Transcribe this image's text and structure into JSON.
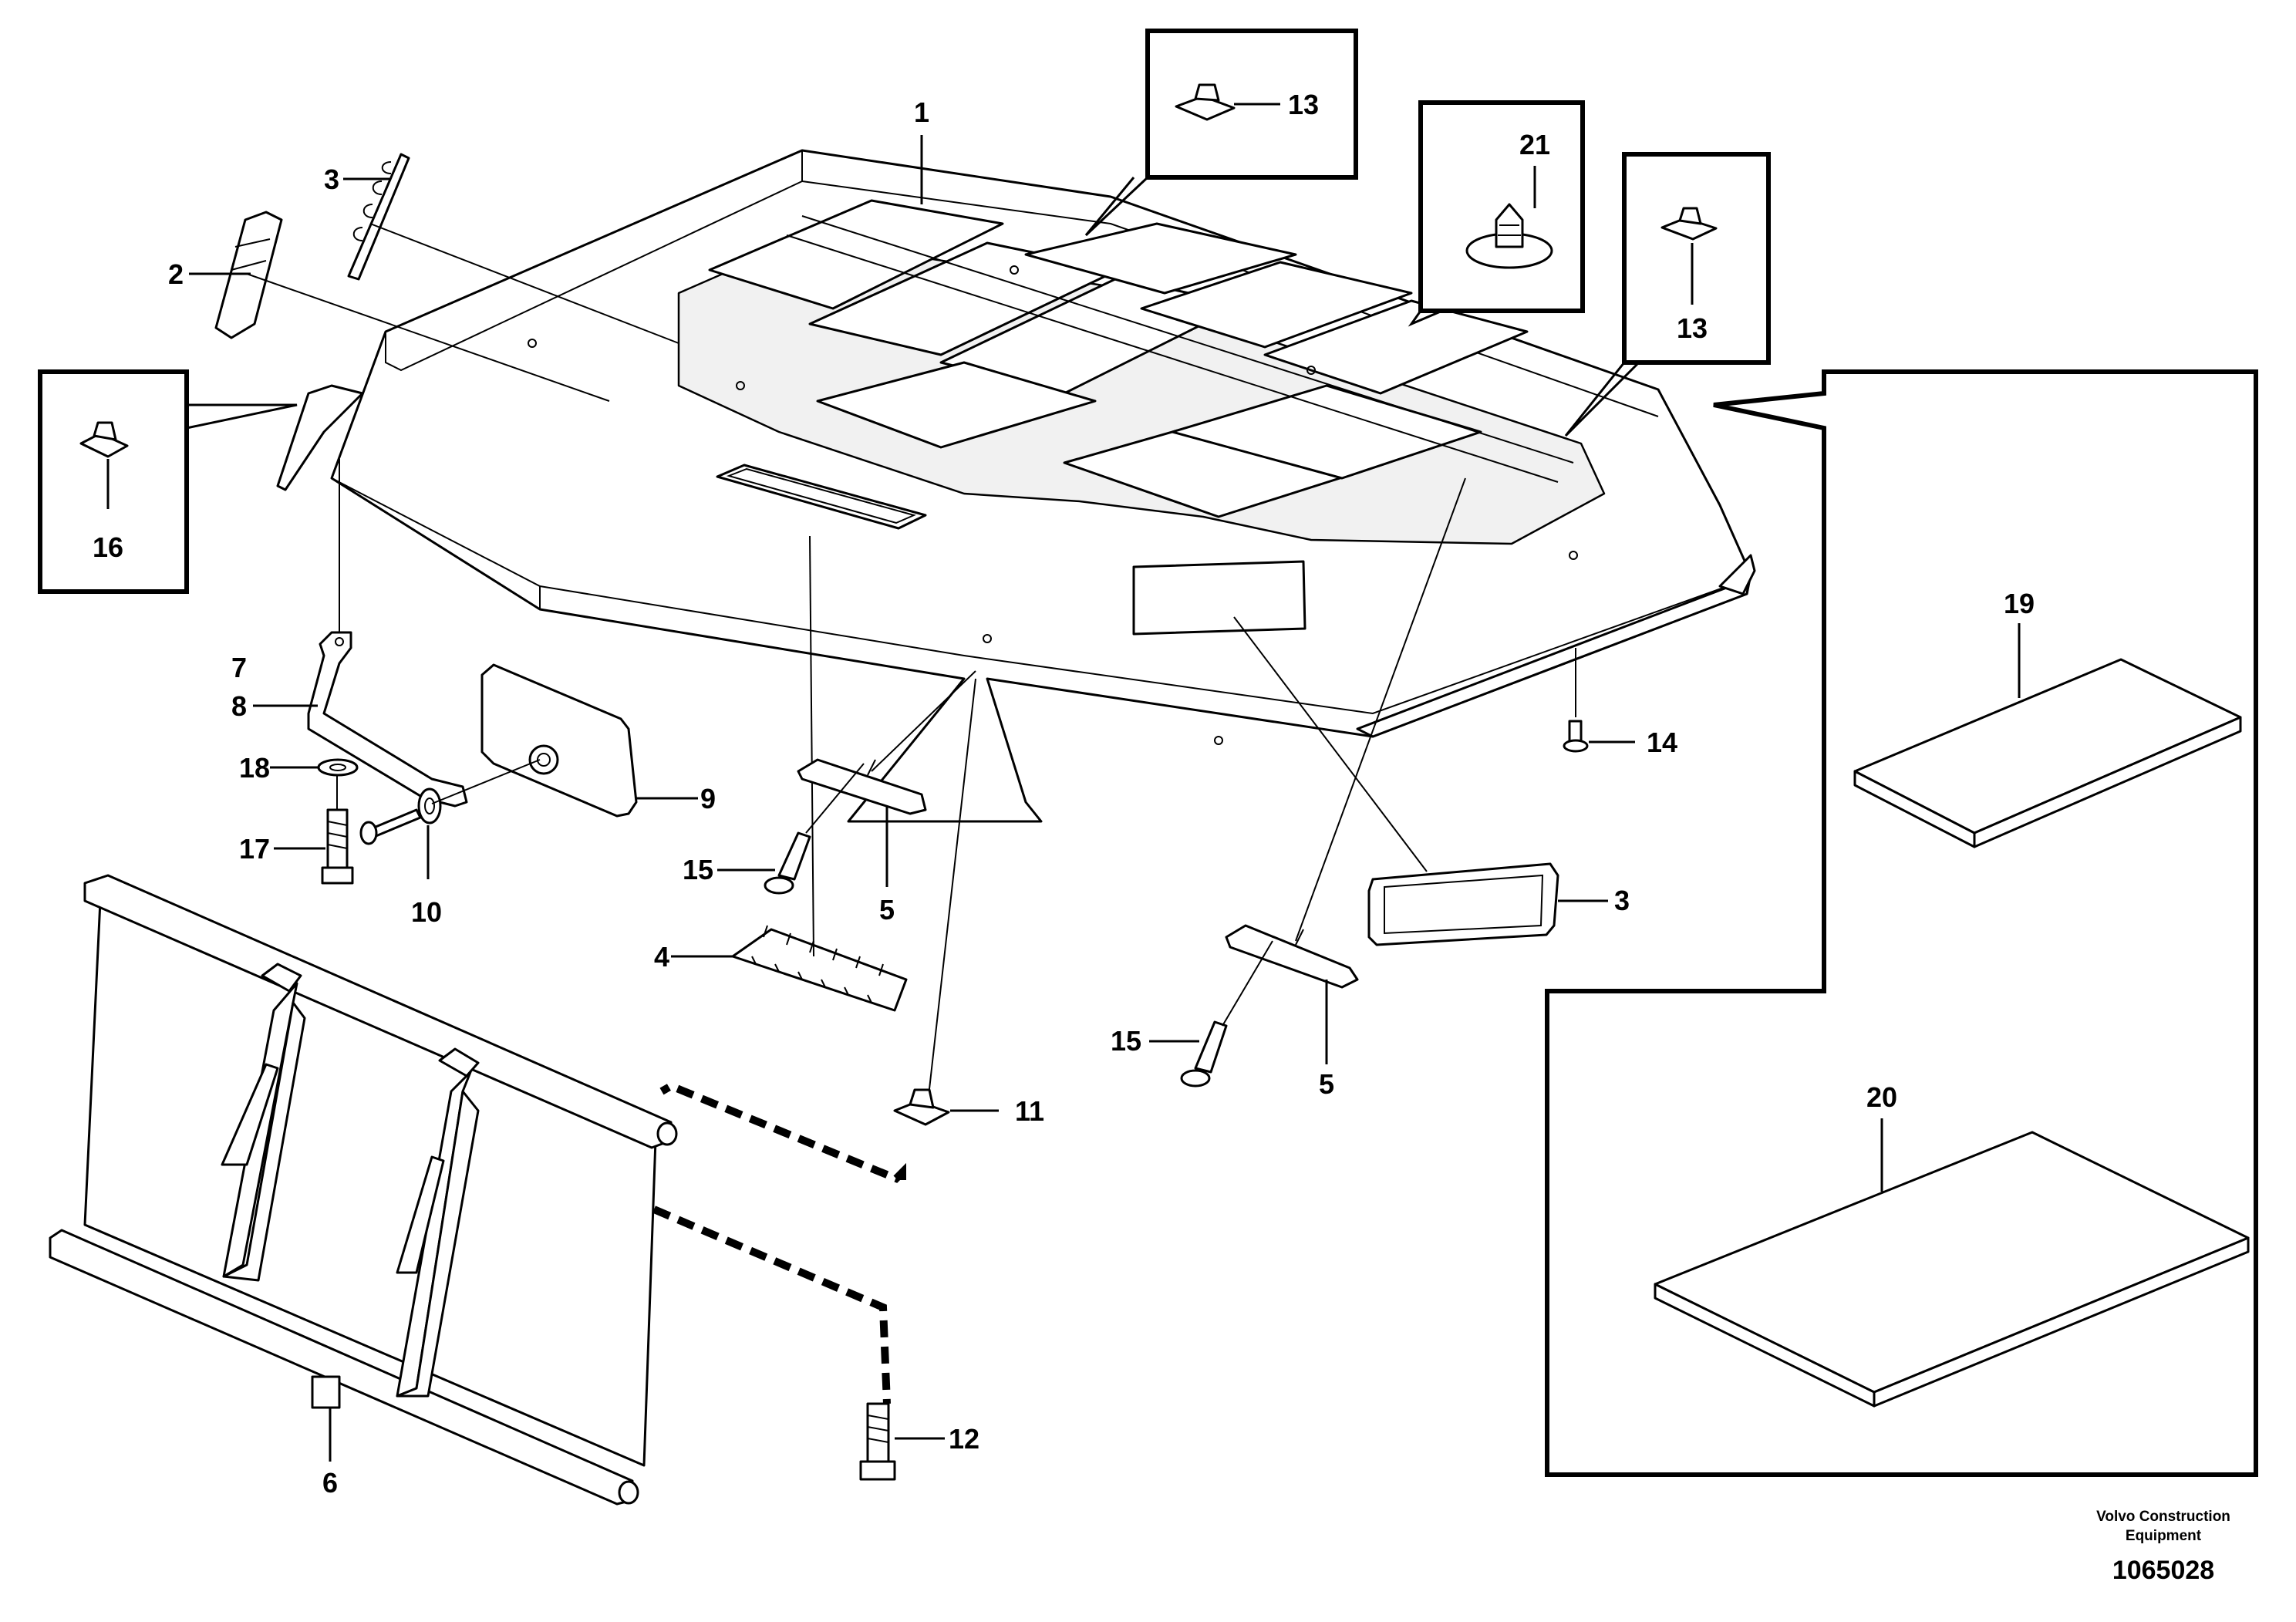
{
  "callouts": {
    "c1": "1",
    "c2": "2",
    "c3a": "3",
    "c3b": "3",
    "c4": "4",
    "c5a": "5",
    "c5b": "5",
    "c6": "6",
    "c7": "7",
    "c8": "8",
    "c9": "9",
    "c10": "10",
    "c11": "11",
    "c12": "12",
    "c13a": "13",
    "c13b": "13",
    "c14": "14",
    "c15a": "15",
    "c15b": "15",
    "c16": "16",
    "c17": "17",
    "c18": "18",
    "c19": "19",
    "c20": "20",
    "c21": "21"
  },
  "footer": {
    "brand_line1": "Volvo Construction",
    "brand_line2": "Equipment",
    "doc_number": "1065028"
  }
}
